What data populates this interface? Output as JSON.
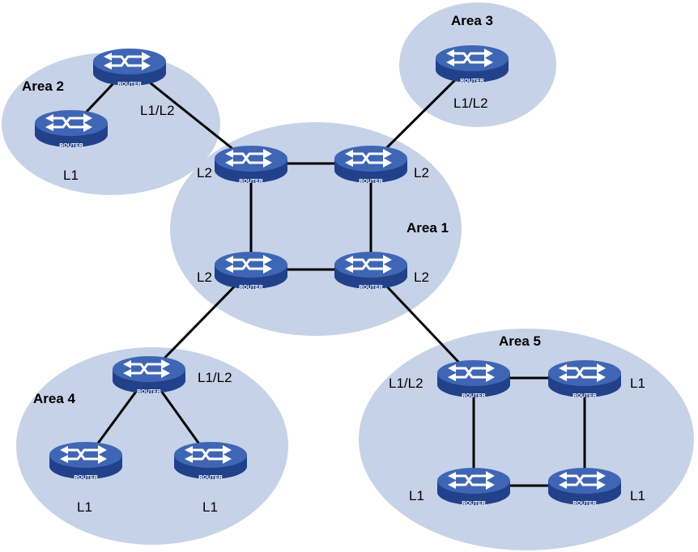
{
  "colors": {
    "area_fill": "#c6d2e8",
    "router_top": "#3f66b4",
    "router_side": "#21418a",
    "link": "#000000"
  },
  "areas": {
    "area1": "Area 1",
    "area2": "Area 2",
    "area3": "Area 3",
    "area4": "Area 4",
    "area5": "Area 5"
  },
  "device_text": "ROUTER",
  "routers": {
    "a2_l1l2": {
      "level": "L1/L2"
    },
    "a2_l1": {
      "level": "L1"
    },
    "a3_l1l2": {
      "level": "L1/L2"
    },
    "a1_tl": {
      "level": "L2"
    },
    "a1_tr": {
      "level": "L2"
    },
    "a1_bl": {
      "level": "L2"
    },
    "a1_br": {
      "level": "L2"
    },
    "a4_l1l2": {
      "level": "L1/L2"
    },
    "a4_l1_left": {
      "level": "L1"
    },
    "a4_l1_right": {
      "level": "L1"
    },
    "a5_tl": {
      "level": "L1/L2"
    },
    "a5_tr": {
      "level": "L1"
    },
    "a5_bl": {
      "level": "L1"
    },
    "a5_br": {
      "level": "L1"
    }
  }
}
